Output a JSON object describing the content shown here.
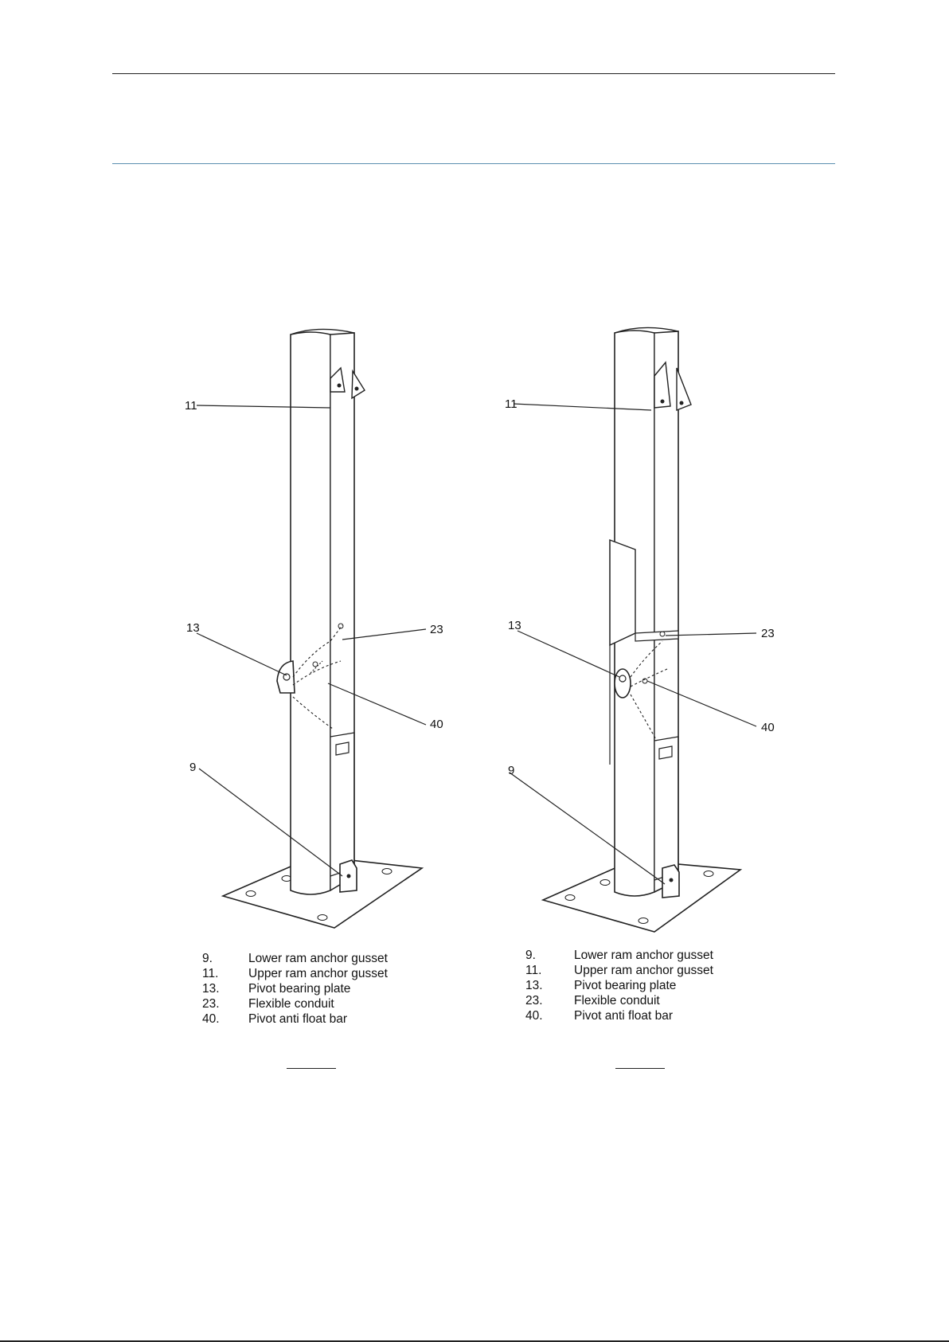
{
  "figures": [
    {
      "callouts": [
        "11",
        "13",
        "23",
        "40",
        "9"
      ],
      "legend": [
        {
          "num": "9.",
          "text": "Lower ram anchor gusset"
        },
        {
          "num": "11.",
          "text": "Upper ram anchor gusset"
        },
        {
          "num": "13.",
          "text": "Pivot bearing plate"
        },
        {
          "num": "23.",
          "text": "Flexible conduit"
        },
        {
          "num": "40.",
          "text": "Pivot anti float bar"
        }
      ]
    },
    {
      "callouts": [
        "11",
        "13",
        "23",
        "40",
        "9"
      ],
      "legend": [
        {
          "num": "9.",
          "text": "Lower ram anchor gusset"
        },
        {
          "num": "11.",
          "text": "Upper ram anchor gusset"
        },
        {
          "num": "13.",
          "text": "Pivot bearing plate"
        },
        {
          "num": "23.",
          "text": "Flexible conduit"
        },
        {
          "num": "40.",
          "text": "Pivot anti float bar"
        }
      ]
    }
  ]
}
